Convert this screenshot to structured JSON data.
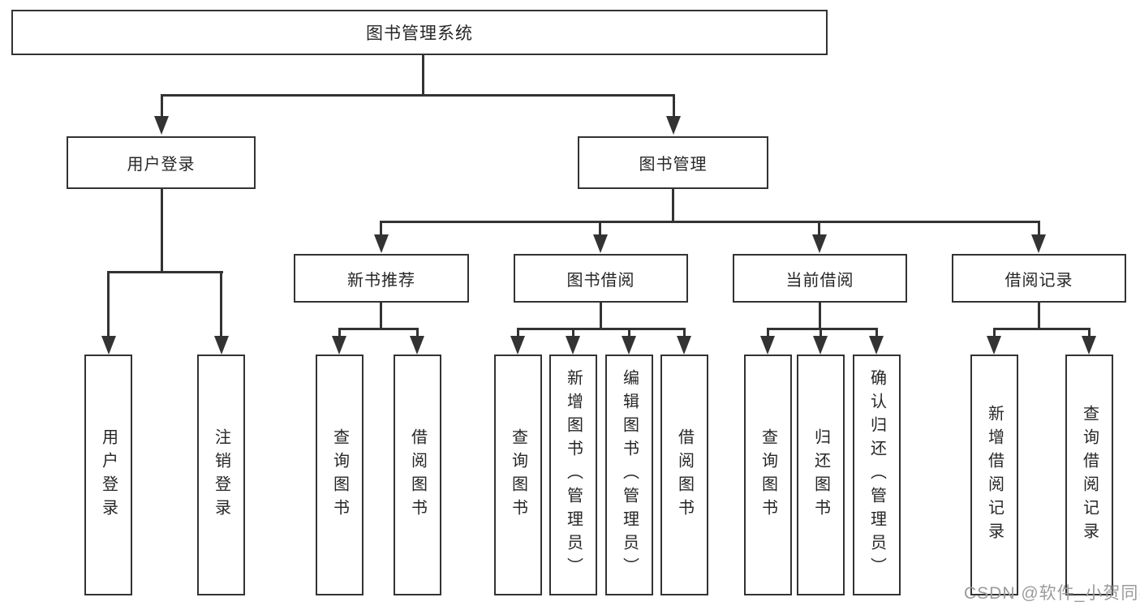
{
  "diagram_type": "hierarchy-flowchart",
  "nodes": {
    "root": "图书管理系统",
    "user_login": "用户登录",
    "book_management": "图书管理",
    "new_book_recommend": "新书推荐",
    "book_borrowing": "图书借阅",
    "current_borrowing": "当前借阅",
    "borrowing_records": "借阅记录",
    "leaf_user_login": "用户登录",
    "leaf_logout": "注销登录",
    "leaf_nbr_query_books": "查询图书",
    "leaf_nbr_borrow_books": "借阅图书",
    "leaf_bb_query_books": "查询图书",
    "leaf_bb_add_books": "新增图书（管理员）",
    "leaf_bb_edit_books": "编辑图书（管理员）",
    "leaf_bb_borrow_books": "借阅图书",
    "leaf_cb_query_books": "查询图书",
    "leaf_cb_return_books": "归还图书",
    "leaf_cb_confirm_return": "确认归还（管理员）",
    "leaf_br_add_record": "新增借阅记录",
    "leaf_br_query_record": "查询借阅记录"
  },
  "watermark": "CSDN @软件_小贺同学",
  "colors": {
    "line": "#333333",
    "text": "#262626",
    "watermark": "#9b9b9b",
    "background": "#ffffff"
  }
}
